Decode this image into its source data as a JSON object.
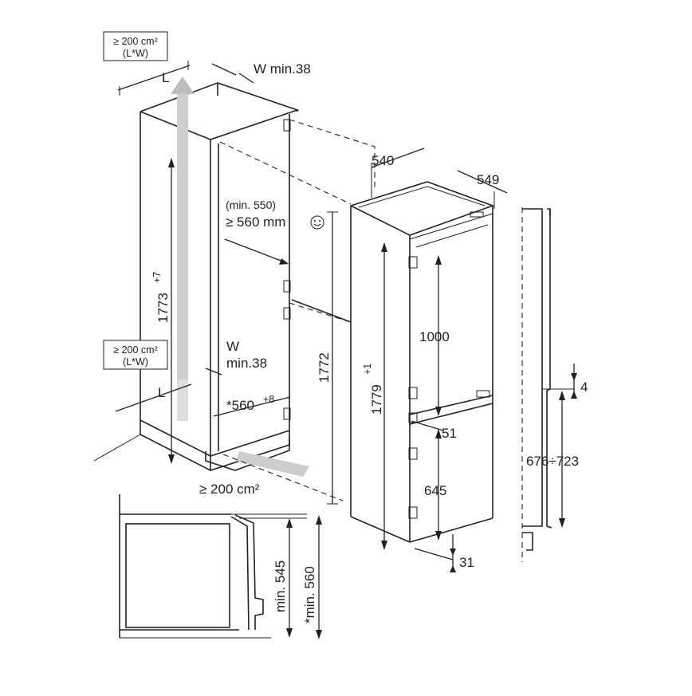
{
  "labels": {
    "vent_top_area": "≥ 200 cm²",
    "vent_top_lw": "(L*W)",
    "vent_mid_area": "≥ 200 cm²",
    "vent_mid_lw": "(L*W)",
    "vent_bottom": "≥ 200 cm²",
    "L_top": "L",
    "L_bottom": "L",
    "W_top": "W min.38",
    "W_mid_w": "W",
    "W_mid_min": "min.38",
    "niche_height": "1773",
    "niche_height_tol": "+7",
    "door_min": "(min. 550)",
    "door_gap": "≥ 560 mm",
    "niche_width": "*560",
    "niche_width_tol": "+8",
    "unit_height": "1772",
    "total_height": "1779",
    "total_height_tol": "+1",
    "width_540": "540",
    "depth_549": "549",
    "fridge_h": "1000",
    "freezer_h": "645",
    "gap_51": "51",
    "gap_31": "31",
    "offset_4": "4",
    "range": "676÷723",
    "min545": "min. 545",
    "min560": "*min. 560"
  },
  "icons": {
    "smile": "smile-icon"
  }
}
